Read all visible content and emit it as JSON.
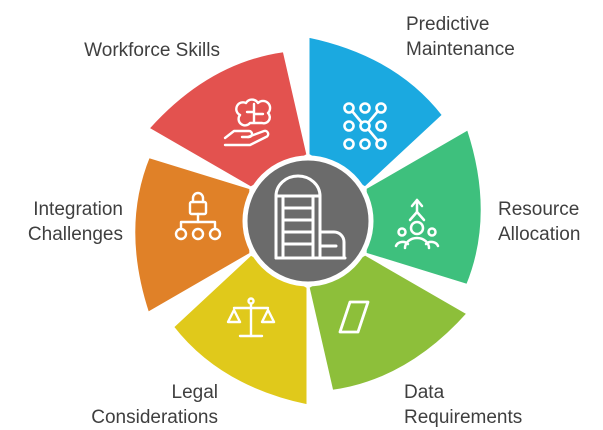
{
  "segments": [
    {
      "id": "predictive-maintenance",
      "lines": [
        "Predictive",
        "Maintenance"
      ],
      "color": "#1ba9e0",
      "icon": "network-nodes-icon"
    },
    {
      "id": "resource-allocation",
      "lines": [
        "Resource",
        "Allocation"
      ],
      "color": "#3ec07d",
      "icon": "robot-arm-person-icon"
    },
    {
      "id": "data-requirements",
      "lines": [
        "Data",
        "Requirements"
      ],
      "color": "#8dbf3a",
      "icon": "parallelogram-icon"
    },
    {
      "id": "legal-considerations",
      "lines": [
        "Legal",
        "Considerations"
      ],
      "color": "#e0c91b",
      "icon": "scales-icon"
    },
    {
      "id": "integration-challenges",
      "lines": [
        "Integration",
        "Challenges"
      ],
      "color": "#e08128",
      "icon": "lock-hierarchy-icon"
    },
    {
      "id": "workforce-skills",
      "lines": [
        "Workforce Skills"
      ],
      "color": "#e3524f",
      "icon": "brain-hand-icon"
    }
  ],
  "center": {
    "icon": "silo-pipe-icon",
    "color": "#6b6b6b"
  }
}
